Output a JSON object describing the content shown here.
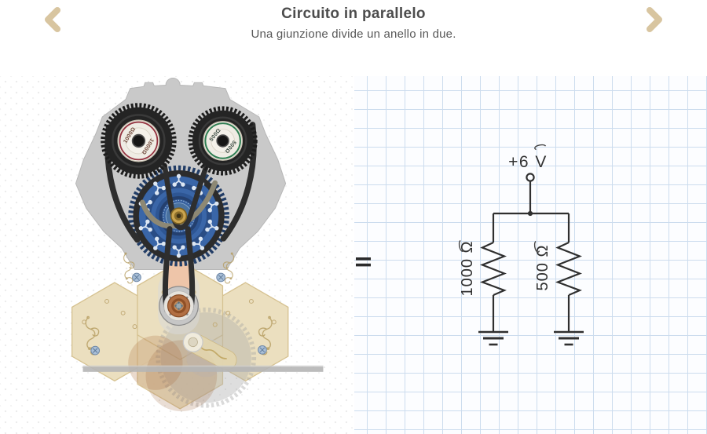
{
  "header": {
    "title": "Circuito in parallelo",
    "subtitle": "Una giunzione divide un anello in due.",
    "prev_icon": "chevron-left",
    "next_icon": "chevron-right"
  },
  "machine": {
    "left_wheel_label": "1000Ω",
    "right_wheel_label": "500Ω"
  },
  "comparison": {
    "equals_symbol": "="
  },
  "circuit": {
    "source_label": "+6 V",
    "resistors": [
      {
        "label": "1000 Ω"
      },
      {
        "label": "500 Ω"
      }
    ]
  },
  "colors": {
    "accent_tan": "#d8c5a0",
    "grid_blue": "#ccdcee",
    "ink": "#2f2f2f",
    "title_gray": "#4d4d4d",
    "wheel_ring_left": "#943340",
    "wheel_ring_right": "#2f7e52",
    "junction_blue": "#2d5795",
    "board_gray": "#c9c9c9",
    "board_tan": "#ebdfbf"
  }
}
